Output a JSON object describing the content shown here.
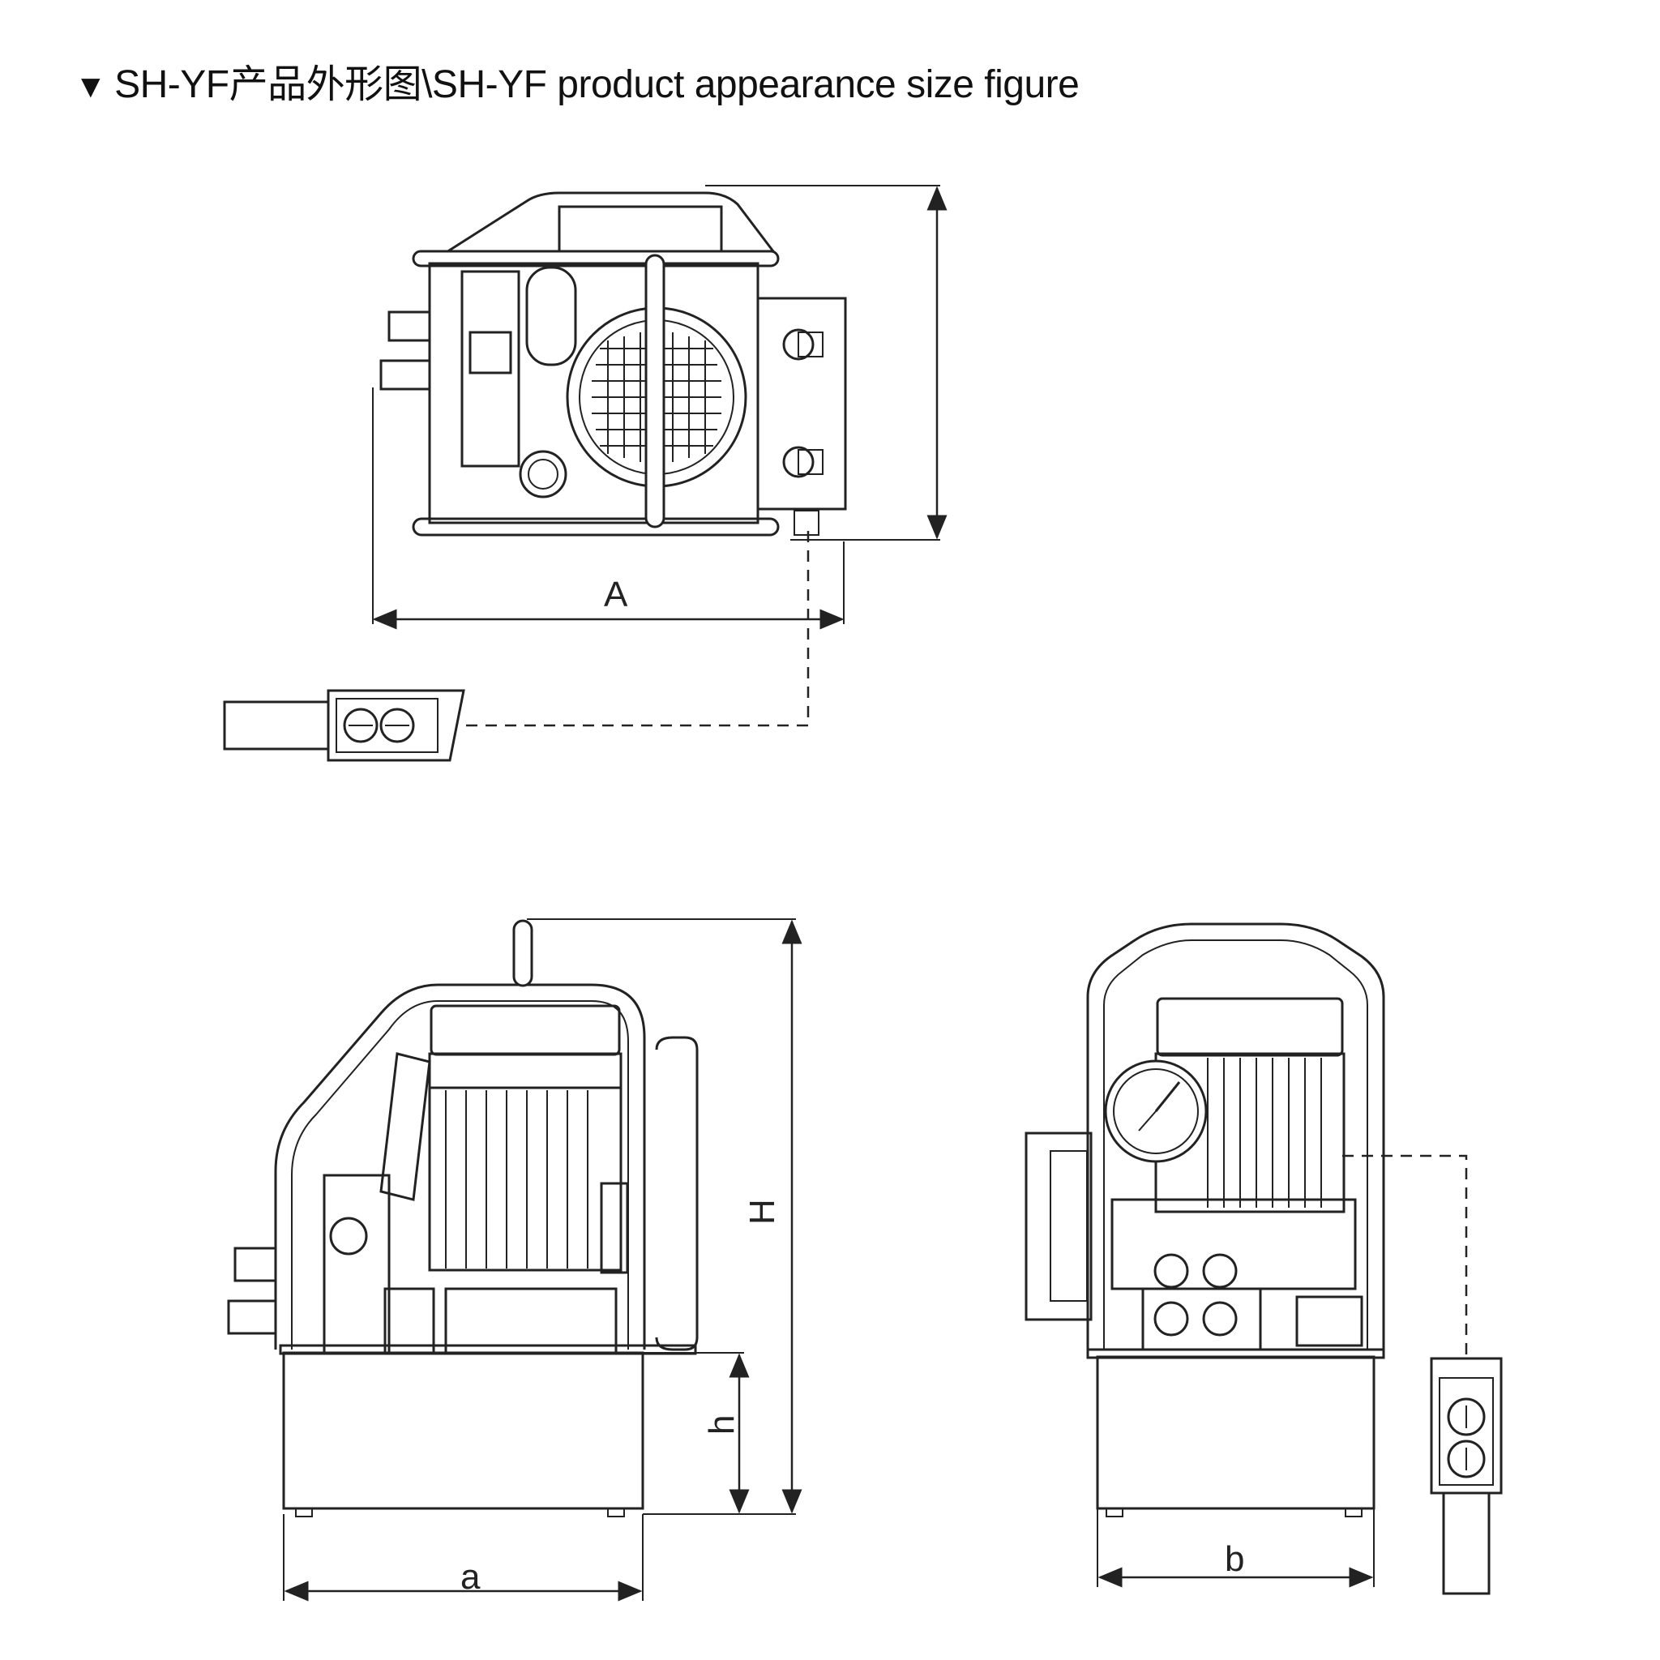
{
  "title": {
    "marker": "▼",
    "text": "SH-YF产品外形图\\SH-YF product appearance size figure"
  },
  "dimensions": {
    "A": "A",
    "H": "H",
    "h": "h",
    "a": "a",
    "b": "b"
  }
}
